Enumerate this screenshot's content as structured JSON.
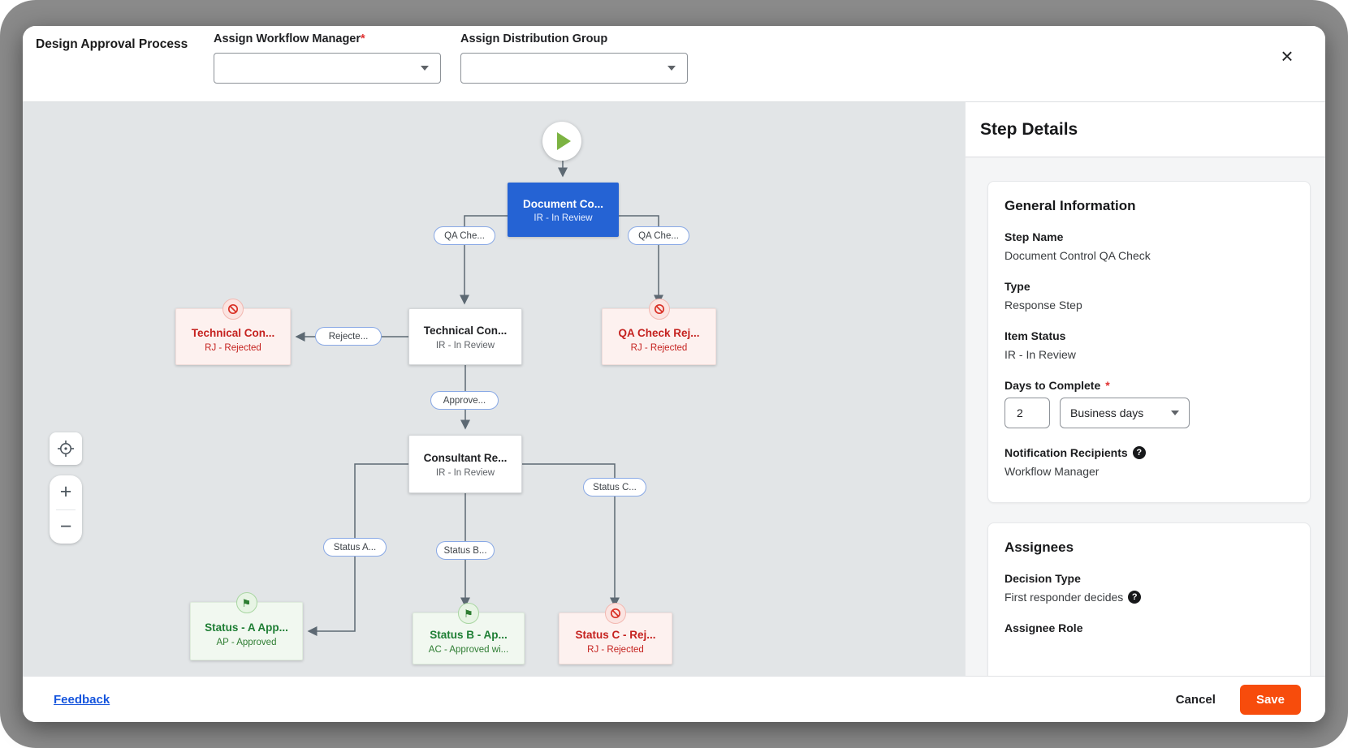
{
  "header": {
    "title": "Design Approval Process",
    "workflow_manager_label": "Assign Workflow Manager",
    "workflow_manager_required": "*",
    "distribution_group_label": "Assign Distribution Group",
    "close_icon": "×"
  },
  "flow": {
    "nodes": [
      {
        "title": "Document Co...",
        "subtitle": "IR - In Review",
        "variant": "primary"
      },
      {
        "title": "Technical Con...",
        "subtitle": "RJ - Rejected",
        "variant": "rejected"
      },
      {
        "title": "Technical Con...",
        "subtitle": "IR - In Review",
        "variant": "default"
      },
      {
        "title": "QA Check Rej...",
        "subtitle": "RJ - Rejected",
        "variant": "rejected"
      },
      {
        "title": "Consultant Re...",
        "subtitle": "IR - In Review",
        "variant": "default"
      },
      {
        "title": "Status - A App...",
        "subtitle": "AP - Approved",
        "variant": "approved"
      },
      {
        "title": "Status B - Ap...",
        "subtitle": "AC - Approved wi...",
        "variant": "approved"
      },
      {
        "title": "Status C - Rej...",
        "subtitle": "RJ - Rejected",
        "variant": "rejected"
      }
    ],
    "edge_labels": [
      "QA Che...",
      "QA Che...",
      "Rejecte...",
      "Approve...",
      "Status C...",
      "Status A...",
      "Status B..."
    ],
    "flag_icon": "⚑"
  },
  "canvas_controls": {
    "zoom_in": "+",
    "zoom_out": "−"
  },
  "panel": {
    "title": "Step Details",
    "help_icon": "?",
    "general": {
      "heading": "General Information",
      "step_name_label": "Step Name",
      "step_name_value": "Document Control QA Check",
      "type_label": "Type",
      "type_value": "Response Step",
      "item_status_label": "Item Status",
      "item_status_value": "IR - In Review",
      "days_label": "Days to Complete",
      "days_required": "*",
      "days_value": "2",
      "days_unit": "Business days",
      "notification_label": "Notification Recipients",
      "notification_value": "Workflow Manager"
    },
    "assignees": {
      "heading": "Assignees",
      "decision_label": "Decision Type",
      "decision_value": "First responder decides",
      "role_label": "Assignee Role"
    }
  },
  "footer": {
    "feedback": "Feedback",
    "cancel": "Cancel",
    "save": "Save"
  },
  "colors": {
    "primary_node_blue": "#2563d4",
    "rejected_red": "#c5221f",
    "approved_green": "#1e7e34",
    "save_orange": "#f74c0c",
    "link_blue": "#1655dd",
    "canvas_bg": "#e2e5e7"
  }
}
